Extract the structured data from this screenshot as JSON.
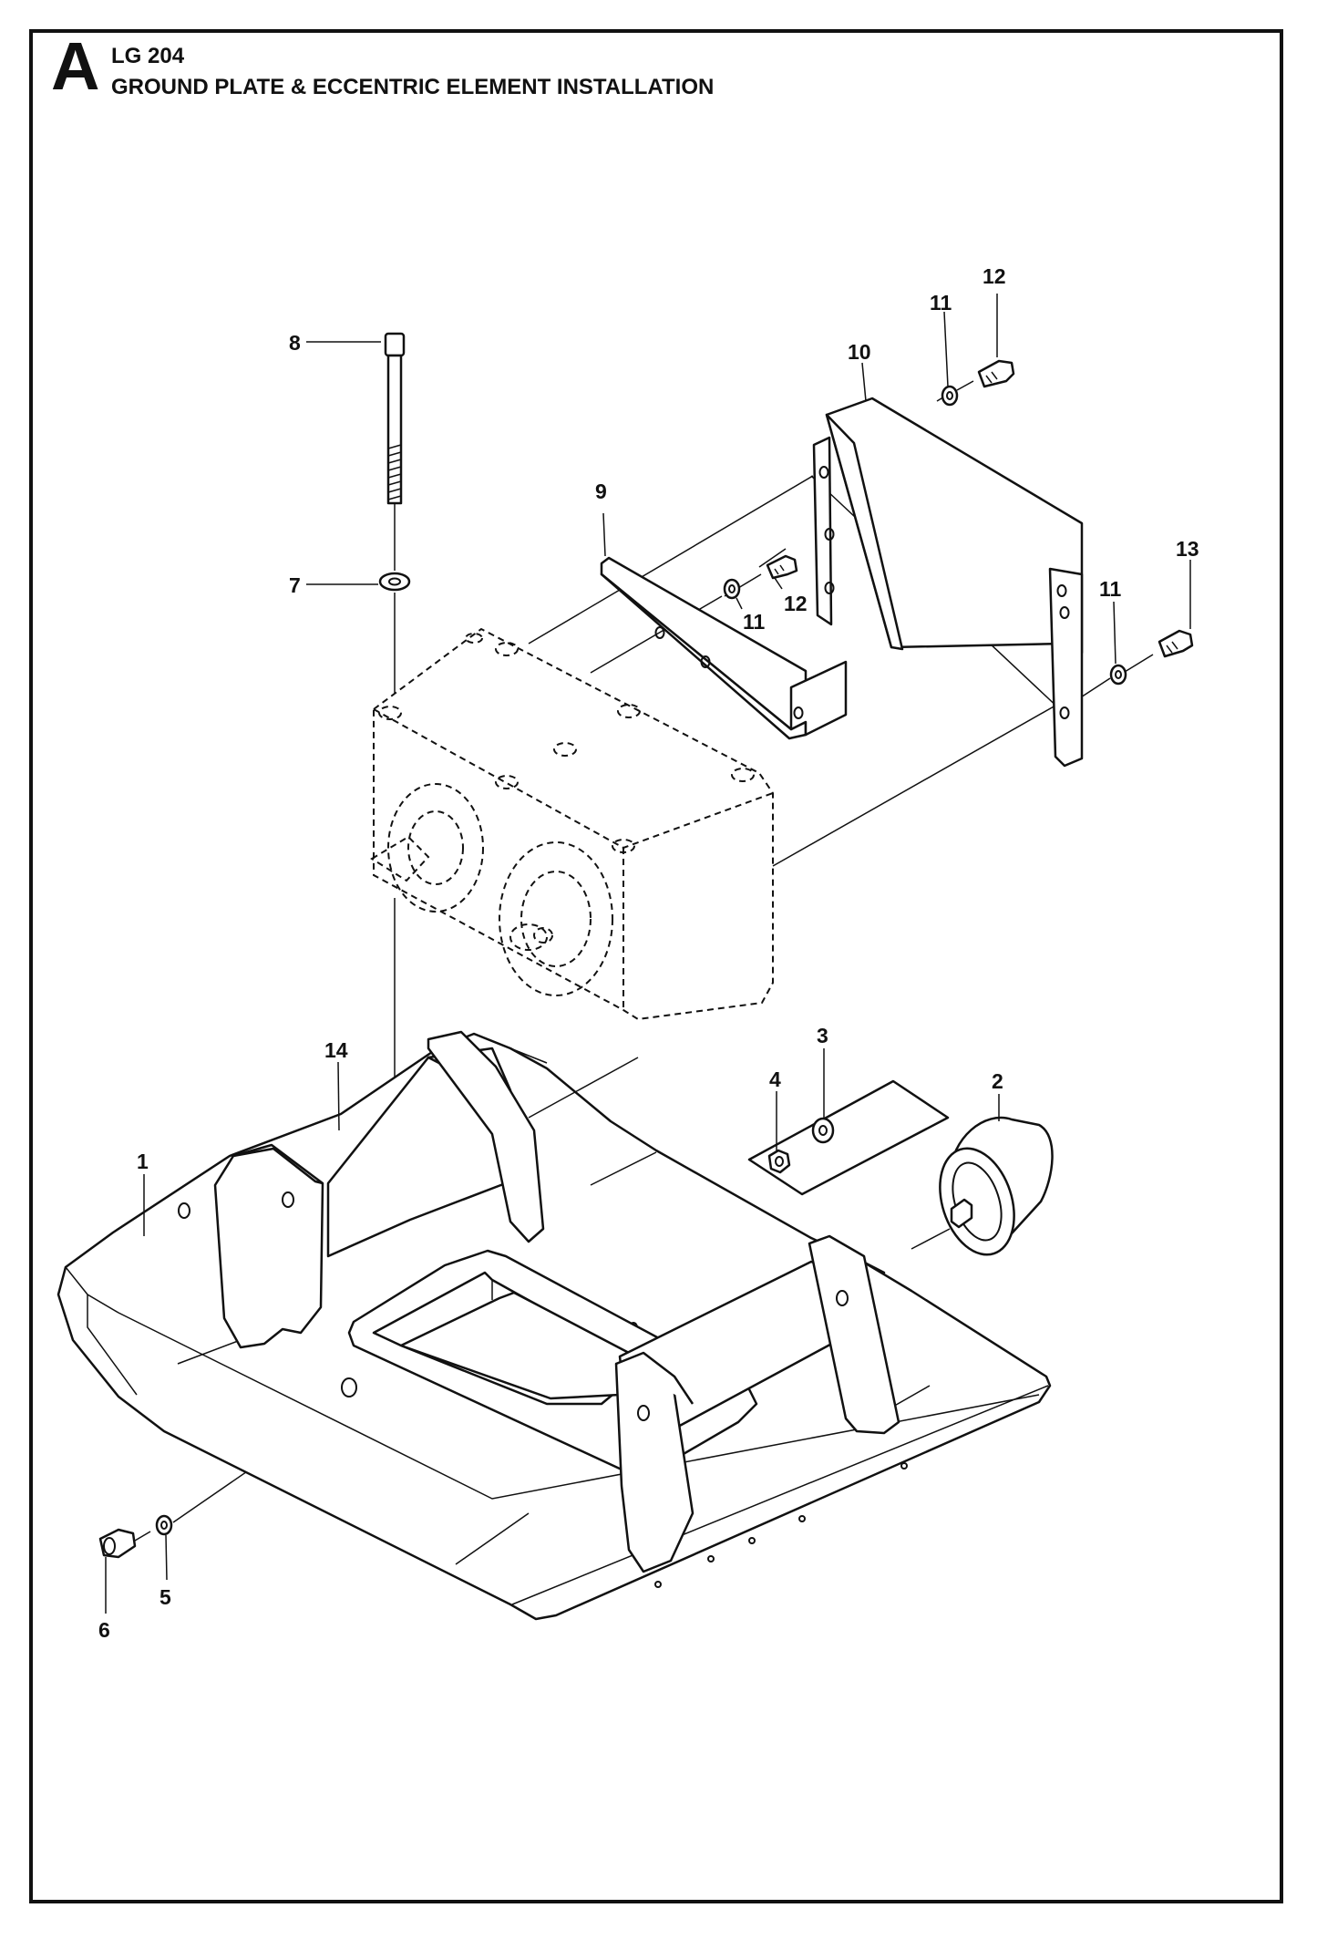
{
  "header": {
    "section_letter": "A",
    "model": "LG 204",
    "title": "GROUND PLATE & ECCENTRIC ELEMENT INSTALLATION"
  },
  "callouts": {
    "c1": "1",
    "c2": "2",
    "c3": "3",
    "c4": "4",
    "c5": "5",
    "c6": "6",
    "c7": "7",
    "c8": "8",
    "c9": "9",
    "c10": "10",
    "c11a": "11",
    "c11b": "11",
    "c11c": "11",
    "c12a": "12",
    "c12b": "12",
    "c13": "13",
    "c14": "14"
  }
}
